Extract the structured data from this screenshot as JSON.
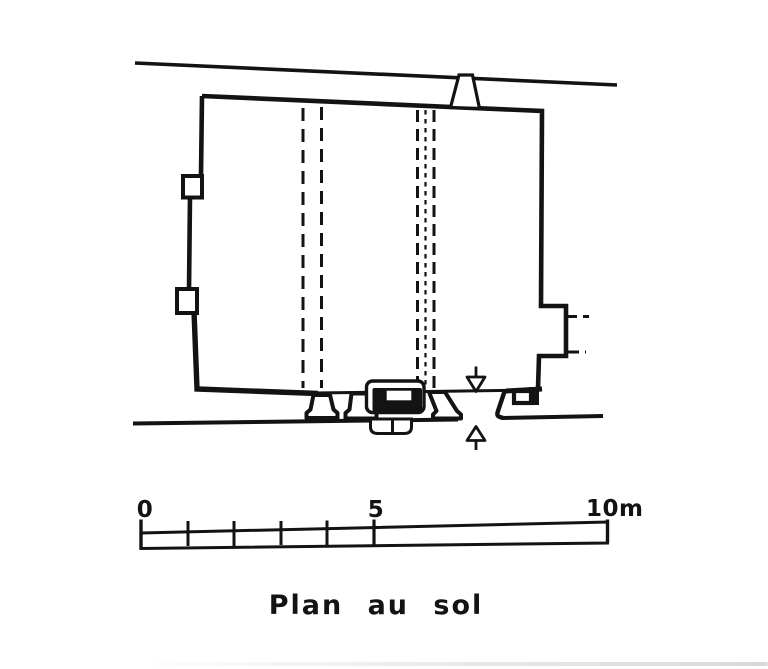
{
  "drawing": {
    "title": "Plan au sol",
    "ink_color": "#131313",
    "paper_color": "#ffffff"
  },
  "scale_bar": {
    "start": "0",
    "middle": "5",
    "end": "10m",
    "unit": "m",
    "intermediate_ticks": 4
  }
}
